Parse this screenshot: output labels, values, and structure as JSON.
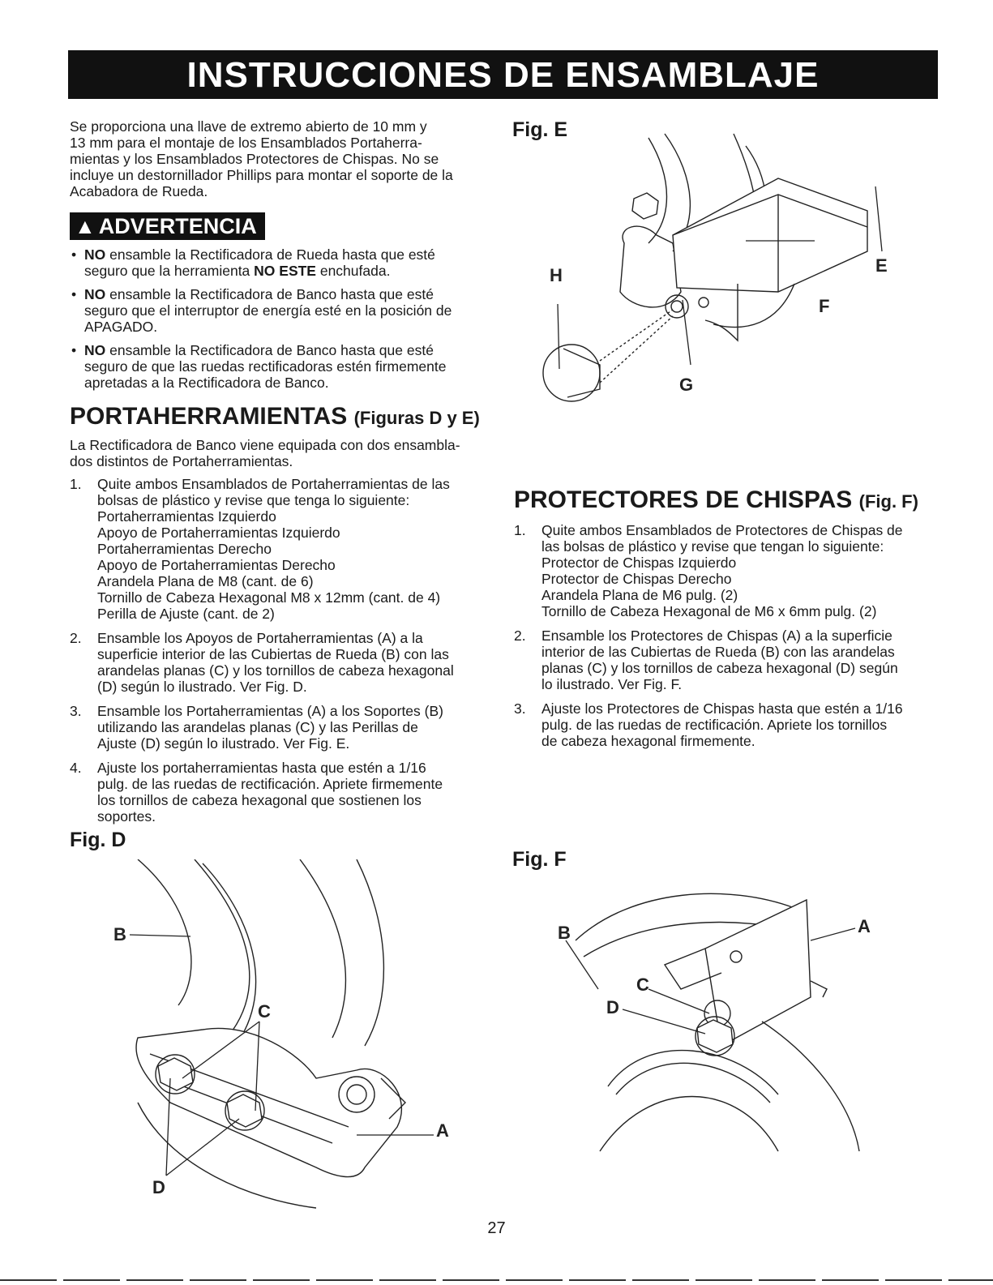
{
  "header": {
    "title": "INSTRUCCIONES DE ENSAMBLAJE"
  },
  "intro": [
    "Se proporciona una llave de extremo abierto de 10 mm y",
    "13 mm para el montaje de los Ensamblados Portaherra-",
    "mientas y los Ensamblados Protectores de Chispas. No se",
    "incluye un destornillador Phillips para montar el soporte de la",
    "Acabadora de Rueda."
  ],
  "warning": {
    "symbol": "▲",
    "title": "ADVERTENCIA",
    "items": [
      {
        "bold": "NO",
        "lines": [
          " ensamble la Rectificadora de Rueda hasta que esté",
          "seguro que la herramienta "
        ],
        "bold2": "NO ESTE",
        "tail": " enchufada."
      },
      {
        "bold": "NO",
        "lines": [
          " ensamble la Rectificadora de Banco hasta que esté",
          "seguro que el interruptor de energía esté en la posición de",
          "APAGADO."
        ]
      },
      {
        "bold": "NO",
        "lines": [
          " ensamble la Rectificadora de Banco hasta que esté",
          "seguro de que las ruedas rectificadoras estén firmemente",
          "apretadas a la Rectificadora de Banco."
        ]
      }
    ]
  },
  "portaherramientas": {
    "title": "PORTAHERRAMIENTAS",
    "subtitle": "(Figuras D y E)",
    "intro": [
      "La Rectificadora de Banco viene equipada con dos ensambla-",
      "dos distintos de Portaherramientas."
    ],
    "steps": [
      {
        "num": "1.",
        "lines": [
          "Quite ambos Ensamblados de Portaherramientas de las",
          "bolsas de plástico y revise que tenga lo siguiente:",
          "Portaherramientas Izquierdo",
          "Apoyo de Portaherramientas Izquierdo",
          "Portaherramientas Derecho",
          "Apoyo de Portaherramientas Derecho",
          "Arandela Plana de M8 (cant. de 6)",
          "Tornillo de Cabeza Hexagonal M8 x 12mm (cant. de 4)",
          "Perilla de Ajuste (cant. de 2)"
        ]
      },
      {
        "num": "2.",
        "lines": [
          "Ensamble los Apoyos de Portaherramientas (A) a la",
          "superficie interior de las Cubiertas de Rueda (B) con las",
          "arandelas planas (C) y los tornillos de cabeza hexagonal",
          "(D) según lo ilustrado. Ver Fig. D."
        ]
      },
      {
        "num": "3.",
        "lines": [
          "Ensamble los Portaherramientas (A) a los Soportes (B)",
          "utilizando las arandelas planas (C) y las Perillas de",
          "Ajuste (D) según lo ilustrado. Ver Fig. E."
        ]
      },
      {
        "num": "4.",
        "lines": [
          "Ajuste los portaherramientas hasta que estén a 1/16",
          "pulg. de las ruedas de rectificación. Apriete firmemente",
          "los tornillos de cabeza hexagonal que sostienen los",
          "soportes."
        ]
      }
    ]
  },
  "protectores": {
    "title": "PROTECTORES DE CHISPAS",
    "subtitle": "(Fig. F)",
    "steps": [
      {
        "num": "1.",
        "lines": [
          "Quite ambos Ensamblados de Protectores de Chispas de",
          "las bolsas de plástico y revise que tengan lo siguiente:",
          "Protector de Chispas Izquierdo",
          "Protector de Chispas Derecho",
          "Arandela Plana de M6 pulg. (2)",
          "Tornillo de Cabeza Hexagonal de M6 x 6mm pulg. (2)"
        ]
      },
      {
        "num": "2.",
        "lines": [
          "Ensamble los Protectores de Chispas (A) a la superficie",
          "interior de las Cubiertas de Rueda (B) con las arandelas",
          "planas (C) y los tornillos de cabeza hexagonal (D) según",
          "lo ilustrado. Ver Fig. F."
        ]
      },
      {
        "num": "3.",
        "lines": [
          "Ajuste los Protectores de Chispas hasta que estén a 1/16",
          "pulg. de las ruedas de rectificación. Apriete los tornillos",
          "de cabeza hexagonal firmemente."
        ]
      }
    ]
  },
  "figures": {
    "fig_e": {
      "label": "Fig. E",
      "callouts": {
        "e": "E",
        "f": "F",
        "g": "G",
        "h": "H"
      }
    },
    "fig_d": {
      "label": "Fig. D",
      "callouts": {
        "a": "A",
        "b": "B",
        "c": "C",
        "d": "D"
      }
    },
    "fig_f": {
      "label": "Fig. F",
      "callouts": {
        "a": "A",
        "b": "B",
        "c": "C",
        "d": "D"
      }
    }
  },
  "footer": {
    "page_number": "27"
  }
}
